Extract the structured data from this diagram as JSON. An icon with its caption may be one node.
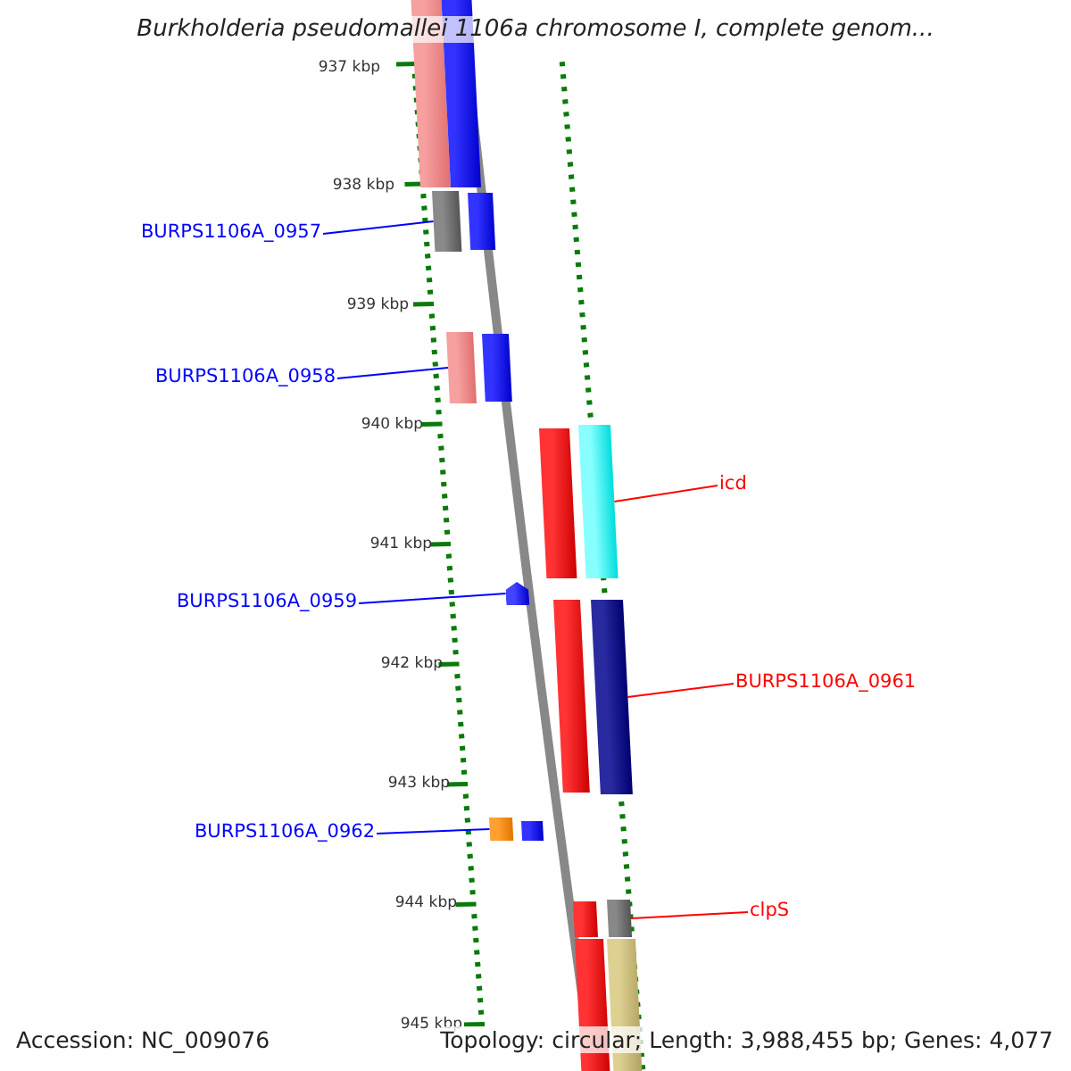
{
  "diagram": {
    "title": "Burkholderia pseudomallei 1106a chromosome I, complete genom...",
    "nodes": [
      {
        "text": [
          "BURPS1106A_0957"
        ]
      },
      {
        "text": [],
        "shape": "bar"
      },
      {
        "text": [
          "BURPS1106A_0958"
        ]
      },
      {
        "text": [],
        "shape": "bar"
      },
      {
        "text": [
          "icd"
        ]
      },
      {
        "text": [],
        "shape": "bar"
      },
      {
        "text": [
          "BURPS1106A_0959"
        ]
      },
      {
        "text": [],
        "shape": "bar"
      },
      {
        "text": [
          "BURPS1106A_0961"
        ]
      },
      {
        "text": [],
        "shape": "bar"
      },
      {
        "text": [
          "BURPS1106A_0962"
        ]
      },
      {
        "text": [],
        "shape": "bar"
      },
      {
        "text": [
          "clpS"
        ]
      },
      {
        "text": [],
        "shape": "bar"
      }
    ],
    "edges": [
      {
        "from": 0,
        "to": 1,
        "arrow": "none"
      },
      {
        "from": 2,
        "to": 3,
        "arrow": "none"
      },
      {
        "from": 4,
        "to": 5,
        "arrow": "none",
        "color": "#ff0000"
      },
      {
        "from": 6,
        "to": 7,
        "arrow": "none"
      },
      {
        "from": 8,
        "to": 9,
        "arrow": "none",
        "color": "#ff0000"
      },
      {
        "from": 10,
        "to": 11,
        "arrow": "none"
      },
      {
        "from": 12,
        "to": 13,
        "arrow": "none",
        "color": "#ff0000"
      }
    ],
    "labels": [
      "937 kbp",
      "938 kbp",
      "939 kbp",
      "940 kbp",
      "941 kbp",
      "942 kbp",
      "943 kbp",
      "944 kbp",
      "945 kbp",
      "Accession: NC_009076",
      "Topology: circular; Length: 3,988,455 bp; Genes: 4,077"
    ]
  }
}
